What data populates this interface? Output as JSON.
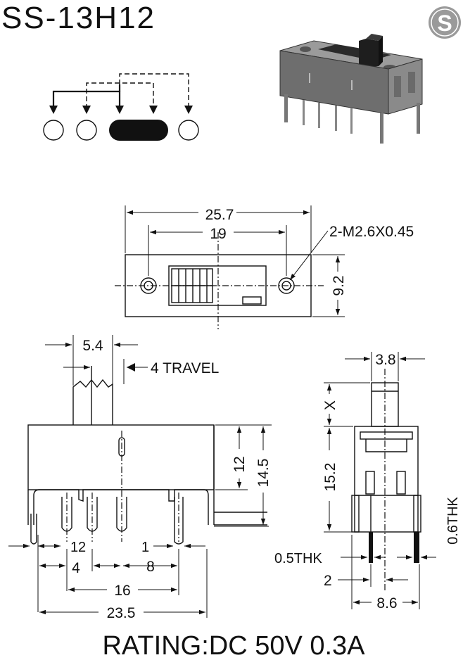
{
  "title": "SS-13H12",
  "brand_letter": "S",
  "rating": "RATING:DC 50V 0.3A",
  "top_view": {
    "overall_width": "25.7",
    "hole_pitch": "19",
    "thread_note": "2-M2.6X0.45",
    "height": "9.2"
  },
  "front_view": {
    "actuator_width": "5.4",
    "travel": "4 TRAVEL",
    "body_height": "12",
    "total_height": "14.5",
    "dim_left_small": "1",
    "dim_2": "2",
    "dim_right_small": "1",
    "dim_4": "4",
    "dim_8": "8",
    "dim_16": "16",
    "dim_23_5": "23.5"
  },
  "side_view": {
    "actuator_width": "3.8",
    "actuator_height": "X",
    "body_height": "15.2",
    "pin_thk_a": "0.5THK",
    "pin_thk_b": "0.6THK",
    "pin_offset": "2",
    "pin_pitch": "8.6"
  }
}
